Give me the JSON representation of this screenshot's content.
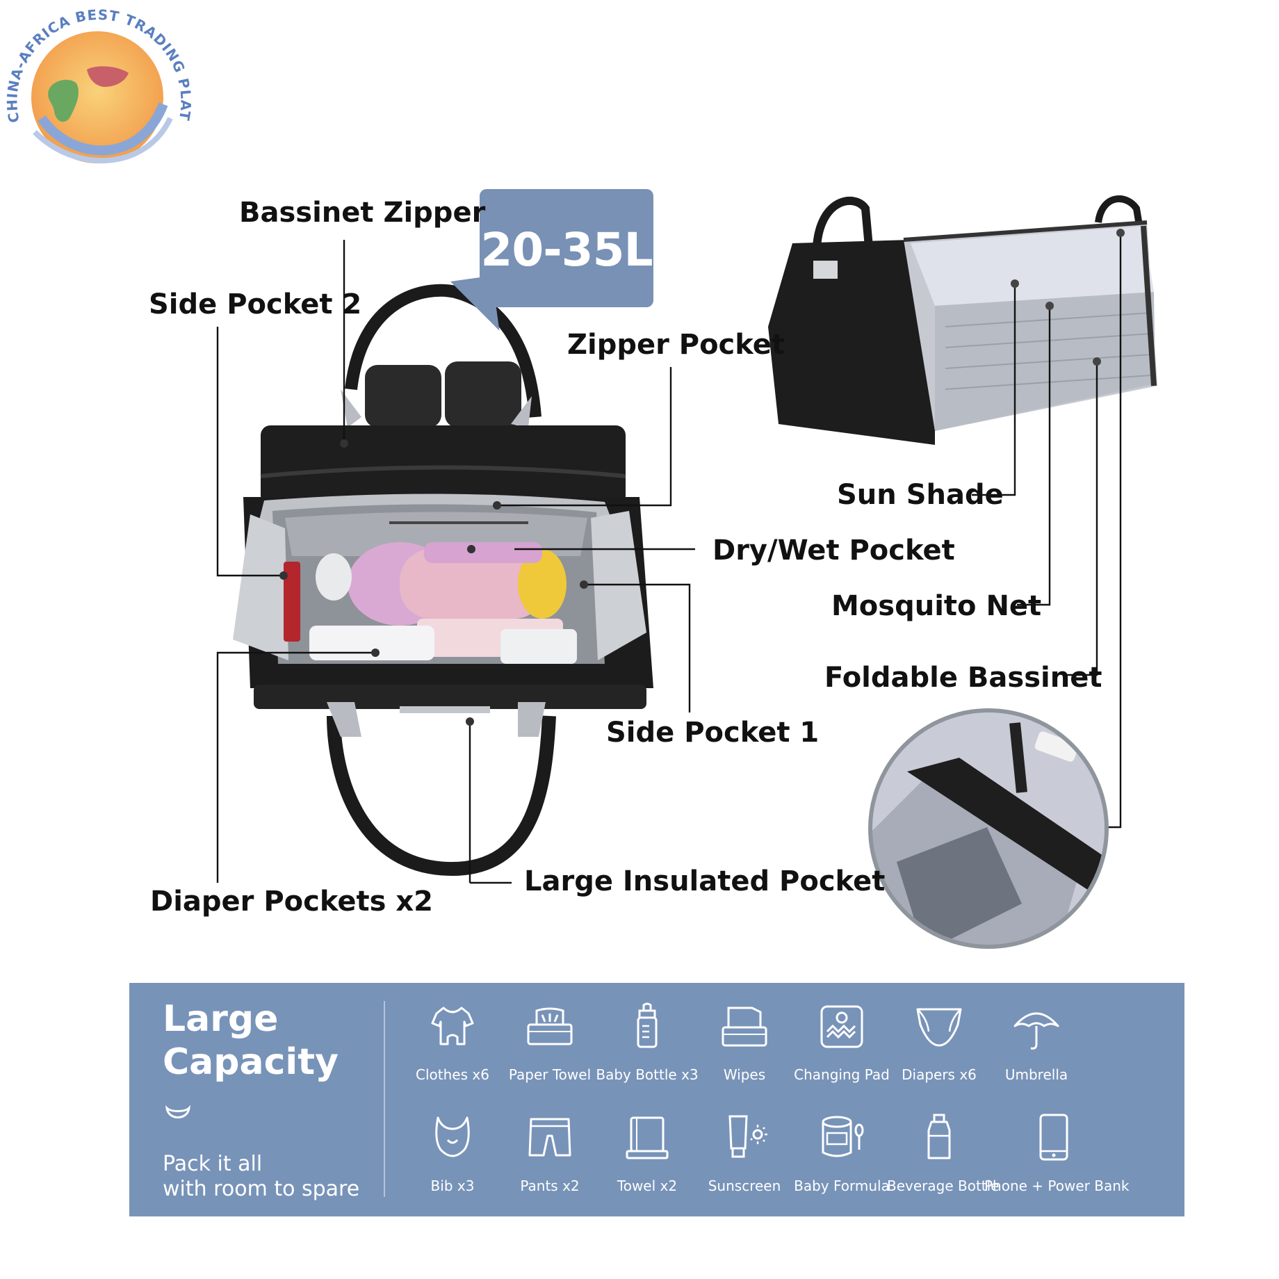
{
  "logo": {
    "arc_text": "CHINA-AFRICA BEST TRADING PLATFORM",
    "colors": {
      "ring": "#8aa6d6",
      "africa": "#6aa861",
      "china": "#c8606a",
      "sun": "#f3b45a"
    }
  },
  "capacity_badge": {
    "text": "20-35L",
    "color": "#7891b5"
  },
  "callouts": {
    "bassinet_zipper": "Bassinet Zipper",
    "side_pocket_2": "Side Pocket 2",
    "zipper_pocket": "Zipper Pocket",
    "dry_wet_pocket": "Dry/Wet Pocket",
    "side_pocket_1": "Side Pocket 1",
    "diaper_pockets": "Diaper Pockets x2",
    "large_insulated_pocket": "Large Insulated Pocket",
    "sun_shade": "Sun Shade",
    "mosquito_net": "Mosquito Net",
    "foldable_bassinet": "Foldable Bassinet"
  },
  "panel": {
    "title_line_1": "Large",
    "title_line_2": "Capacity",
    "subtitle_line_1": "Pack it all",
    "subtitle_line_2": "with room to spare",
    "color": "#7893b8",
    "items_row_1": [
      {
        "icon": "onesie-icon",
        "label": "Clothes x6"
      },
      {
        "icon": "tissue-box-icon",
        "label": "Paper Towel"
      },
      {
        "icon": "baby-bottle-icon",
        "label": "Baby Bottle x3"
      },
      {
        "icon": "wipes-icon",
        "label": "Wipes"
      },
      {
        "icon": "changing-pad-icon",
        "label": "Changing Pad"
      },
      {
        "icon": "diaper-icon",
        "label": "Diapers x6"
      },
      {
        "icon": "umbrella-icon",
        "label": "Umbrella"
      }
    ],
    "items_row_2": [
      {
        "icon": "bib-icon",
        "label": "Bib x3"
      },
      {
        "icon": "pants-icon",
        "label": "Pants x2"
      },
      {
        "icon": "towel-icon",
        "label": "Towel x2"
      },
      {
        "icon": "sunscreen-icon",
        "label": "Sunscreen"
      },
      {
        "icon": "formula-can-icon",
        "label": "Baby Formula"
      },
      {
        "icon": "beverage-bottle-icon",
        "label": "Beverage Bottle"
      },
      {
        "icon": "phone-icon",
        "label": "Phone + Power Bank"
      }
    ]
  }
}
